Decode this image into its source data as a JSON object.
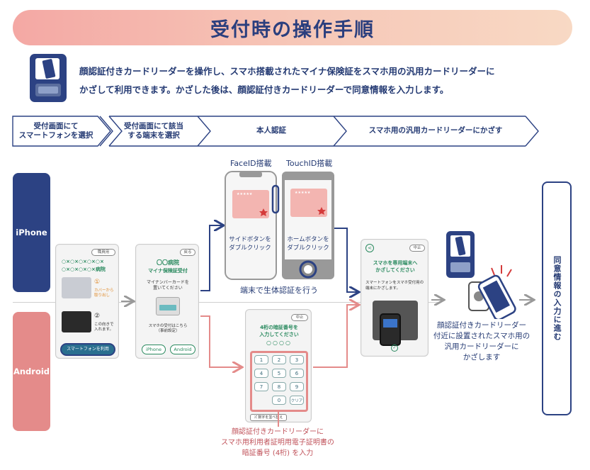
{
  "title": "受付時の操作手順",
  "intro": {
    "line1": "顔認証付きカードリーダーを操作し、スマホ搭載されたマイナ保険証をスマホ用の汎用カードリーダーに",
    "line2": "かざして利用できます。かざした後は、顔認証付きカードリーダーで同意情報を入力します。"
  },
  "steps": [
    {
      "l1": "受付画面にて",
      "l2": "スマートフォンを選択"
    },
    {
      "l1": "受付画面にて該当",
      "l2": "する端末を選択"
    },
    {
      "l1": "本人認証",
      "l2": ""
    },
    {
      "l1": "スマホ用の汎用カードリーダーにかざす",
      "l2": ""
    }
  ],
  "tabs": {
    "iphone": "iPhone",
    "android": "Android"
  },
  "screen1": {
    "badge": "職員用",
    "line1": "○×○×○×○×○×",
    "line2": "○×○×○×○×病院",
    "num1": "①",
    "text1a": "カバーから",
    "text1b": "取り出し",
    "num2": "②",
    "text2a": "この向きで",
    "text2b": "入れます。",
    "button": "スマートフォンを利用"
  },
  "screen2": {
    "badge": "戻る",
    "line1": "〇〇病院",
    "line2": "マイナ保険証受付",
    "text1": "マイナンバーカードを",
    "text2": "置いてください",
    "text3": "スマホの受付はこちら",
    "text4": "（事前設定）",
    "btn_iphone": "iPhone",
    "btn_android": "Android"
  },
  "phones": {
    "faceid_label": "FaceID搭載",
    "touchid_label": "TouchID搭載",
    "face_c1": "サイドボタンを",
    "face_c2": "ダブルクリック",
    "touch_c1": "ホームボタンを",
    "touch_c2": "ダブルクリック",
    "card_stars": "★★★★★",
    "caption": "端末で生体認証を行う"
  },
  "pin": {
    "badge": "中止",
    "line1": "4桁の暗証番号を",
    "line2": "入力してください",
    "dots": "○○○○",
    "keys": [
      "1",
      "2",
      "3",
      "4",
      "5",
      "6",
      "7",
      "8",
      "9",
      "0",
      "クリア"
    ],
    "shuffle": "数字を並べ替え",
    "cap1": "顔認証付きカードリーダーに",
    "cap2": "スマホ用利用者証明用電子証明書の",
    "cap3": "暗証番号 (4桁) を入力"
  },
  "screen5": {
    "back": "<",
    "badge": "中止",
    "line1": "スマホを専用端末へ",
    "line2": "かざしてください",
    "text1": "スマートフォンをスマホ受付用の",
    "text2": "端末にかざします。"
  },
  "reader": {
    "cap1": "顔認証付きカードリーダー",
    "cap2": "付近に設置されたスマホ用の",
    "cap3": "汎用カードリーダーに",
    "cap4": "かざします"
  },
  "final": "同意情報の入力に進む",
  "colors": {
    "navy": "#2c4283",
    "pink": "#e48b8a",
    "green": "#2a8a5f"
  }
}
